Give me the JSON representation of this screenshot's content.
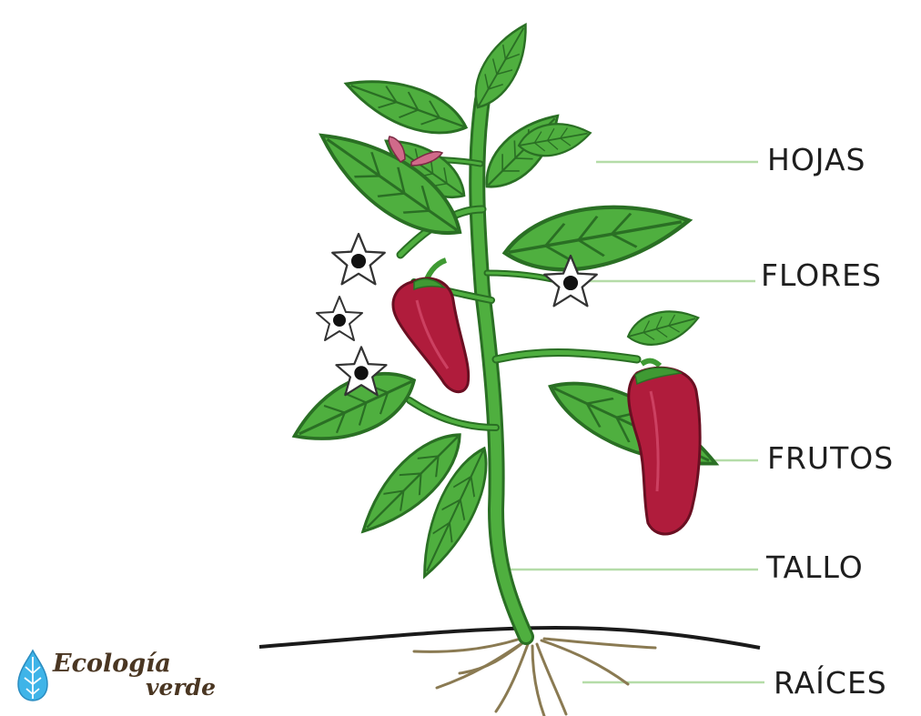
{
  "labels": {
    "hojas": "HOJAS",
    "flores": "FLORES",
    "frutos": "FRUTOS",
    "tallo": "TALLO",
    "raices": "RAÍCES"
  },
  "logo": {
    "line1": "Ecología",
    "line2": "verde"
  },
  "colors": {
    "leaf": "#4faf3f",
    "leaf_dark": "#2a6f24",
    "stem": "#3f9a33",
    "pepper": "#b01c3c",
    "pepper_dark": "#6a0f22",
    "leader_line": "#b5dca8",
    "root": "#8a7a52",
    "soil": "#1a1a1a",
    "logo_blue": "#3fb4e8",
    "logo_text": "#4a3622"
  }
}
